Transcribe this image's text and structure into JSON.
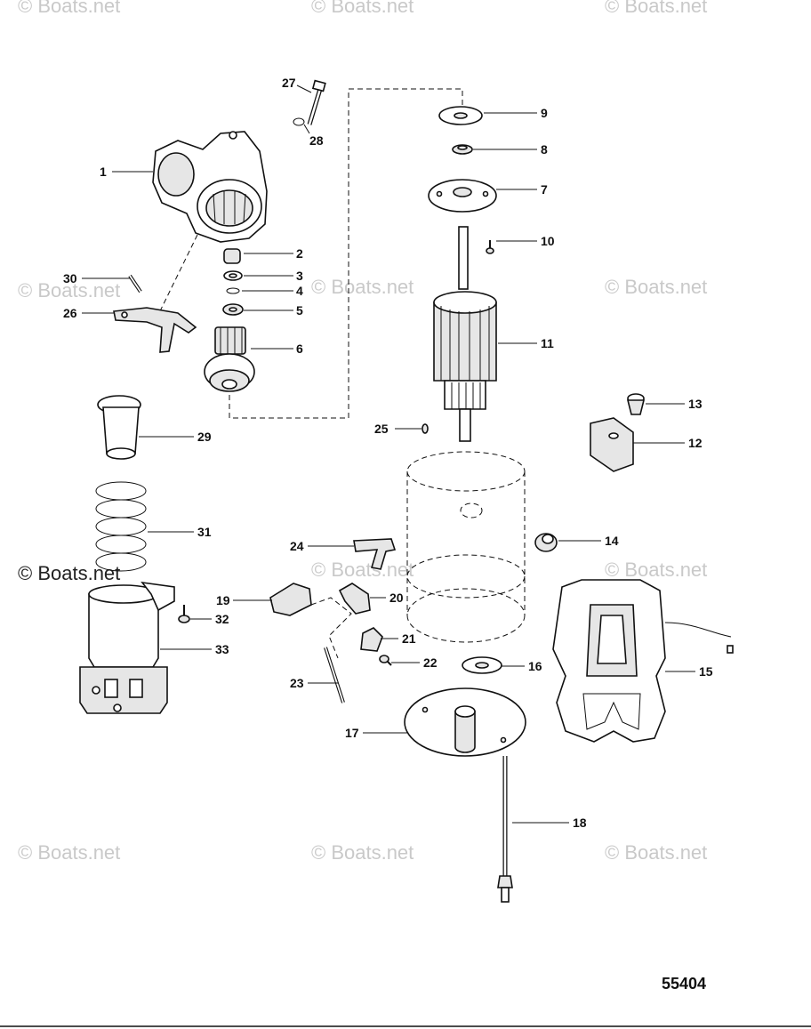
{
  "watermark": "© Boats.net",
  "callouts": [
    "1",
    "2",
    "3",
    "4",
    "5",
    "6",
    "7",
    "8",
    "9",
    "10",
    "11",
    "12",
    "13",
    "14",
    "15",
    "16",
    "17",
    "18",
    "19",
    "20",
    "21",
    "22",
    "23",
    "24",
    "25",
    "26",
    "27",
    "28",
    "29",
    "30",
    "31",
    "32",
    "33"
  ],
  "drawing_number": "55404"
}
